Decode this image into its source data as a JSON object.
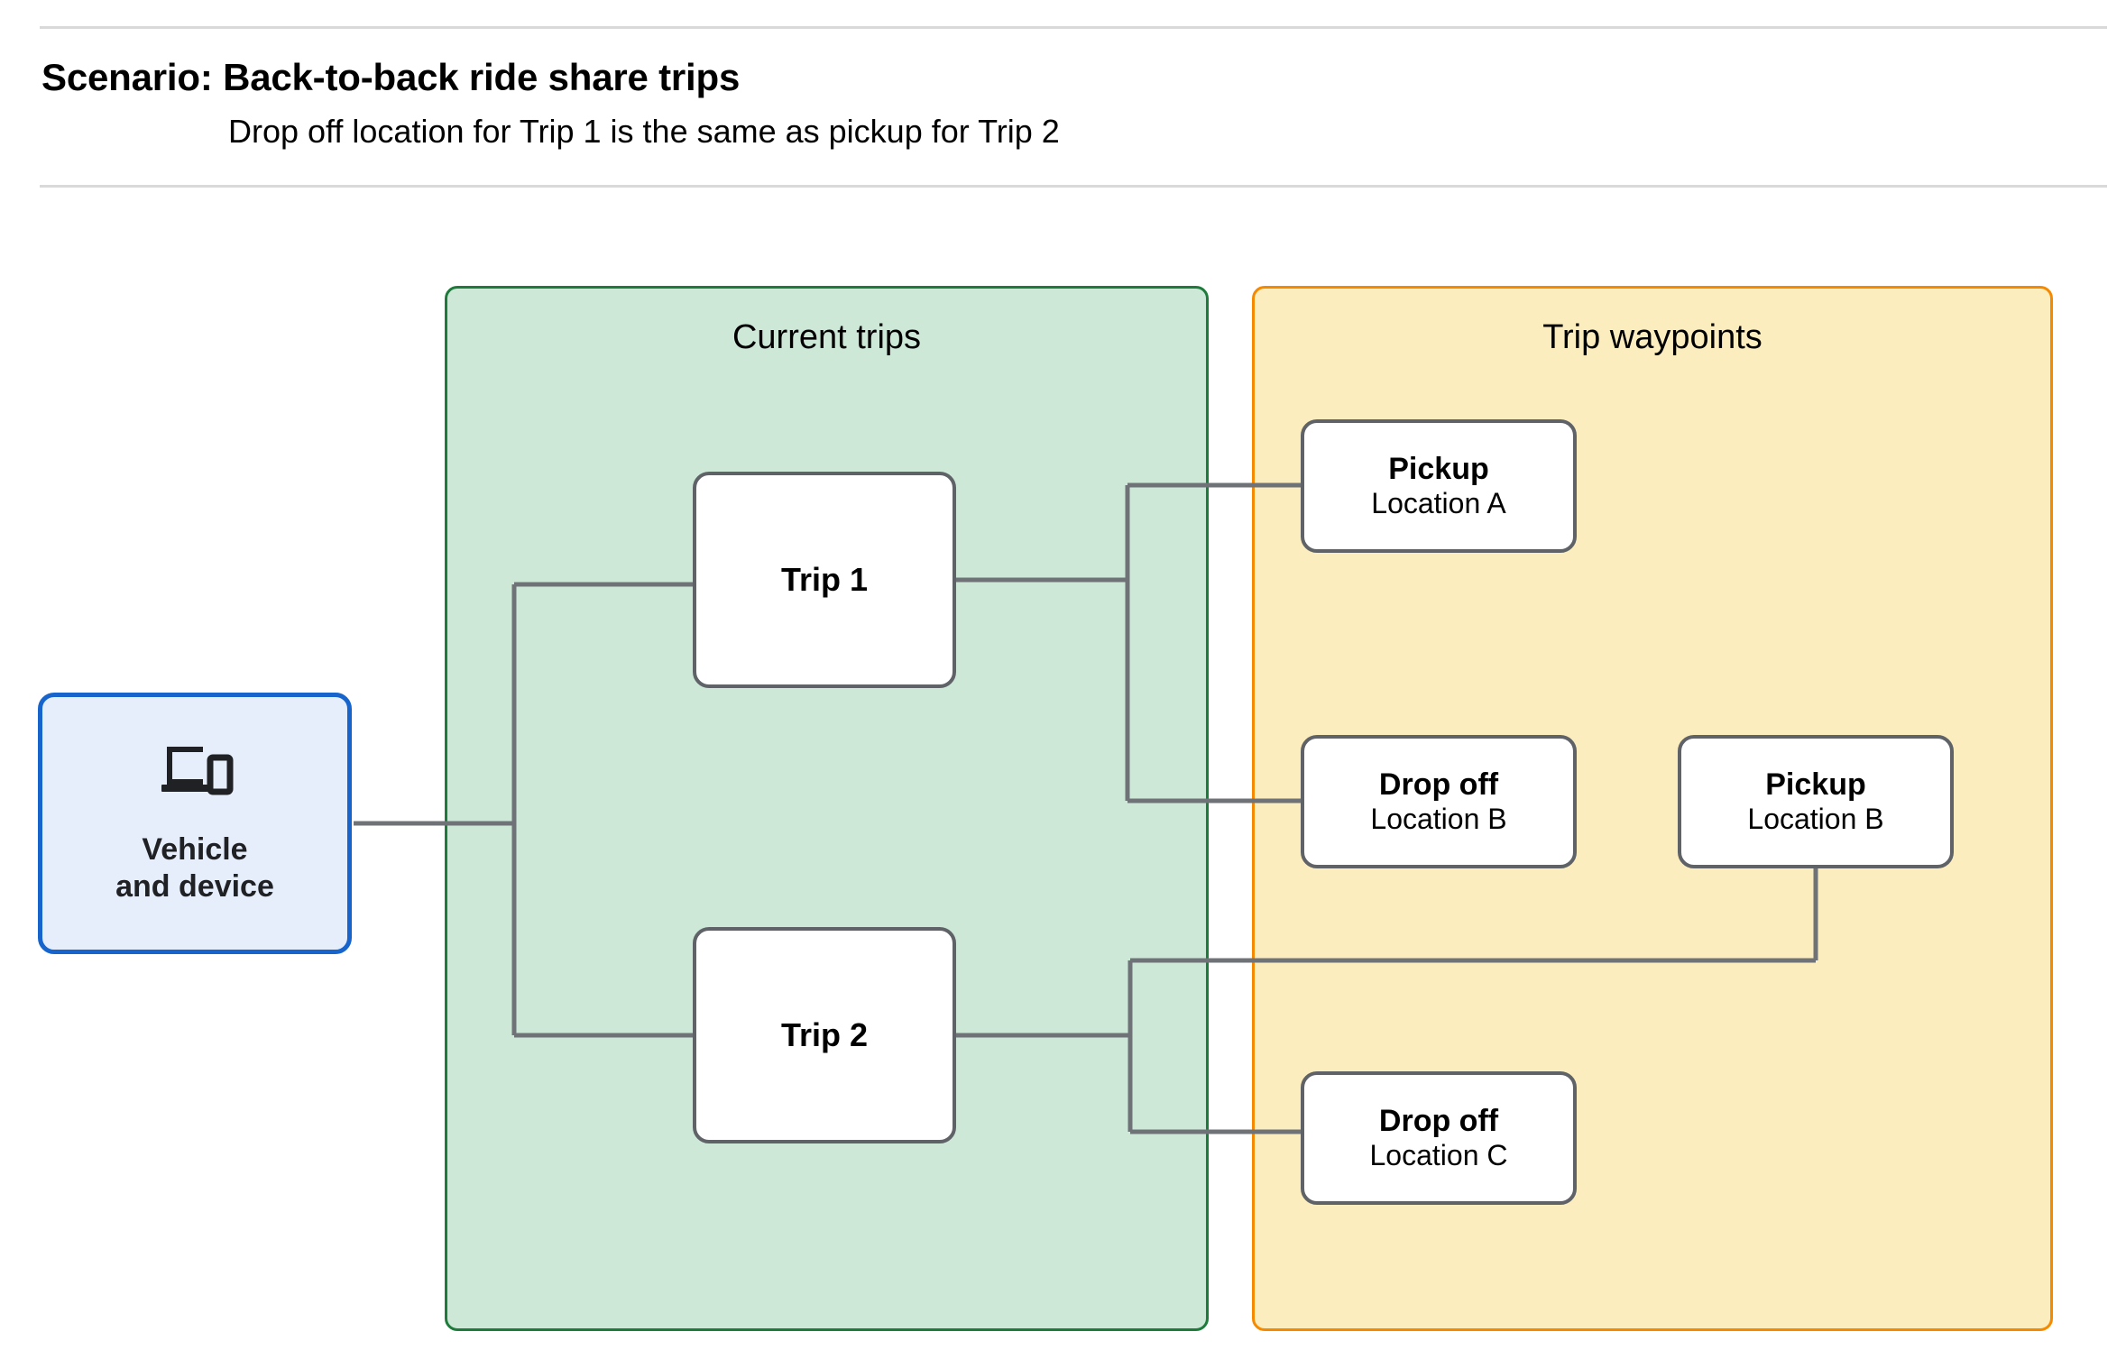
{
  "header": {
    "title": "Scenario: Back-to-back ride share trips",
    "subtitle": "Drop off  location for Trip 1 is the same as pickup for Trip 2"
  },
  "groups": {
    "current_trips": {
      "label": "Current trips",
      "border_color": "#1e7b3c",
      "fill_color": "#cee8d8"
    },
    "trip_waypoints": {
      "label": "Trip waypoints",
      "border_color": "#f58a00",
      "fill_color": "#fcedbf"
    }
  },
  "vehicle": {
    "label_line1": "Vehicle",
    "label_line2": "and device",
    "icon": "devices-icon",
    "border_color": "#1765cc",
    "fill_color": "#e6eefc"
  },
  "trips": [
    {
      "label": "Trip 1"
    },
    {
      "label": "Trip 2"
    }
  ],
  "waypoints": [
    {
      "id": "pickup-a",
      "title": "Pickup",
      "location": "Location A"
    },
    {
      "id": "dropoff-b",
      "title": "Drop off",
      "location": "Location B"
    },
    {
      "id": "pickup-b",
      "title": "Pickup",
      "location": "Location B"
    },
    {
      "id": "dropoff-c",
      "title": "Drop off",
      "location": "Location C"
    }
  ],
  "edges": [
    {
      "from": "vehicle",
      "to": "trip-1"
    },
    {
      "from": "vehicle",
      "to": "trip-2"
    },
    {
      "from": "trip-1",
      "to": "pickup-a"
    },
    {
      "from": "trip-1",
      "to": "dropoff-b"
    },
    {
      "from": "trip-2",
      "to": "pickup-b"
    },
    {
      "from": "trip-2",
      "to": "dropoff-c"
    }
  ],
  "colors": {
    "connector": "#6f7377",
    "node_border": "#5f6368",
    "rule": "#d9d9d9"
  }
}
